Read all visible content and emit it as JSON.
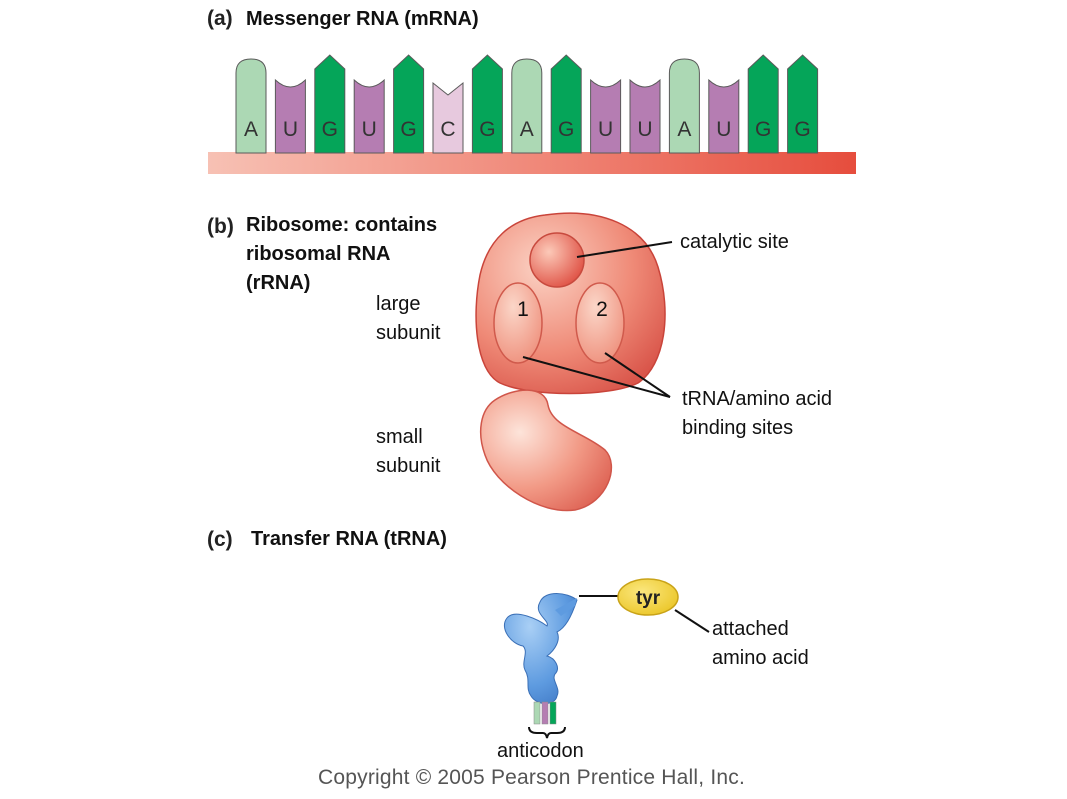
{
  "mrna": {
    "tag": "(a)",
    "title": "Messenger RNA (mRNA)",
    "bases": [
      "A",
      "U",
      "G",
      "U",
      "G",
      "C",
      "G",
      "A",
      "G",
      "U",
      "U",
      "A",
      "U",
      "G",
      "G"
    ],
    "colors": {
      "A": "#acd8b4",
      "U": "#b57db2",
      "G": "#05a559",
      "C": "#e7c9de",
      "backbone": "#ee6a5d"
    }
  },
  "ribosome": {
    "tag": "(b)",
    "title_lines": [
      "Ribosome: contains",
      "ribosomal RNA",
      "(rRNA)"
    ],
    "large_subunit_lines": [
      "large",
      "subunit"
    ],
    "small_subunit_lines": [
      "small",
      "subunit"
    ],
    "catalytic_site": "catalytic site",
    "binding_sites_lines": [
      "tRNA/amino acid",
      "binding sites"
    ],
    "site_numbers": [
      "1",
      "2"
    ],
    "colors": {
      "body": "#e0665a",
      "light": "#f9c6b7"
    }
  },
  "trna": {
    "tag": "(c)",
    "title": "Transfer RNA (tRNA)",
    "amino_acid": "tyr",
    "attached_lines": [
      "attached",
      "amino acid"
    ],
    "anticodon": "anticodon",
    "colors": {
      "body": "#4f8fd8",
      "amino": "#f2d33c"
    }
  },
  "copyright": "Copyright © 2005 Pearson Prentice Hall, Inc."
}
